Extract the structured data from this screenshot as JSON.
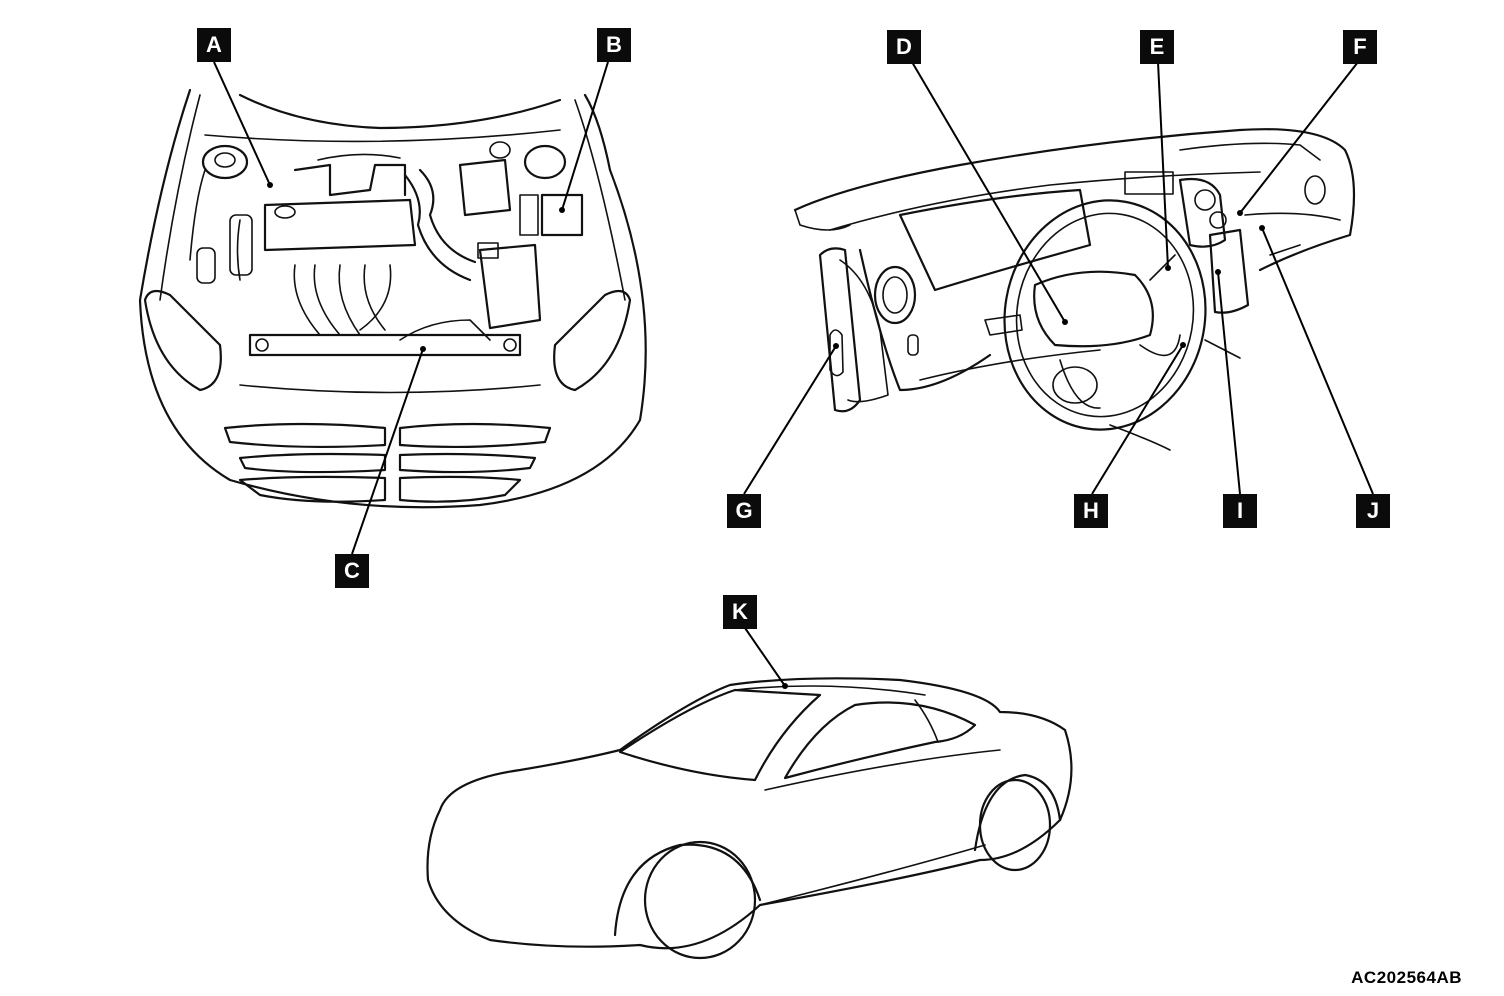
{
  "callouts": {
    "a": "A",
    "b": "B",
    "c": "C",
    "d": "D",
    "e": "E",
    "f": "F",
    "g": "G",
    "h": "H",
    "i": "I",
    "j": "J",
    "k": "K"
  },
  "figure_code": "AC202564AB",
  "colors": {
    "line": "#111111",
    "label_bg": "#0b0b0b",
    "label_text": "#ffffff"
  }
}
